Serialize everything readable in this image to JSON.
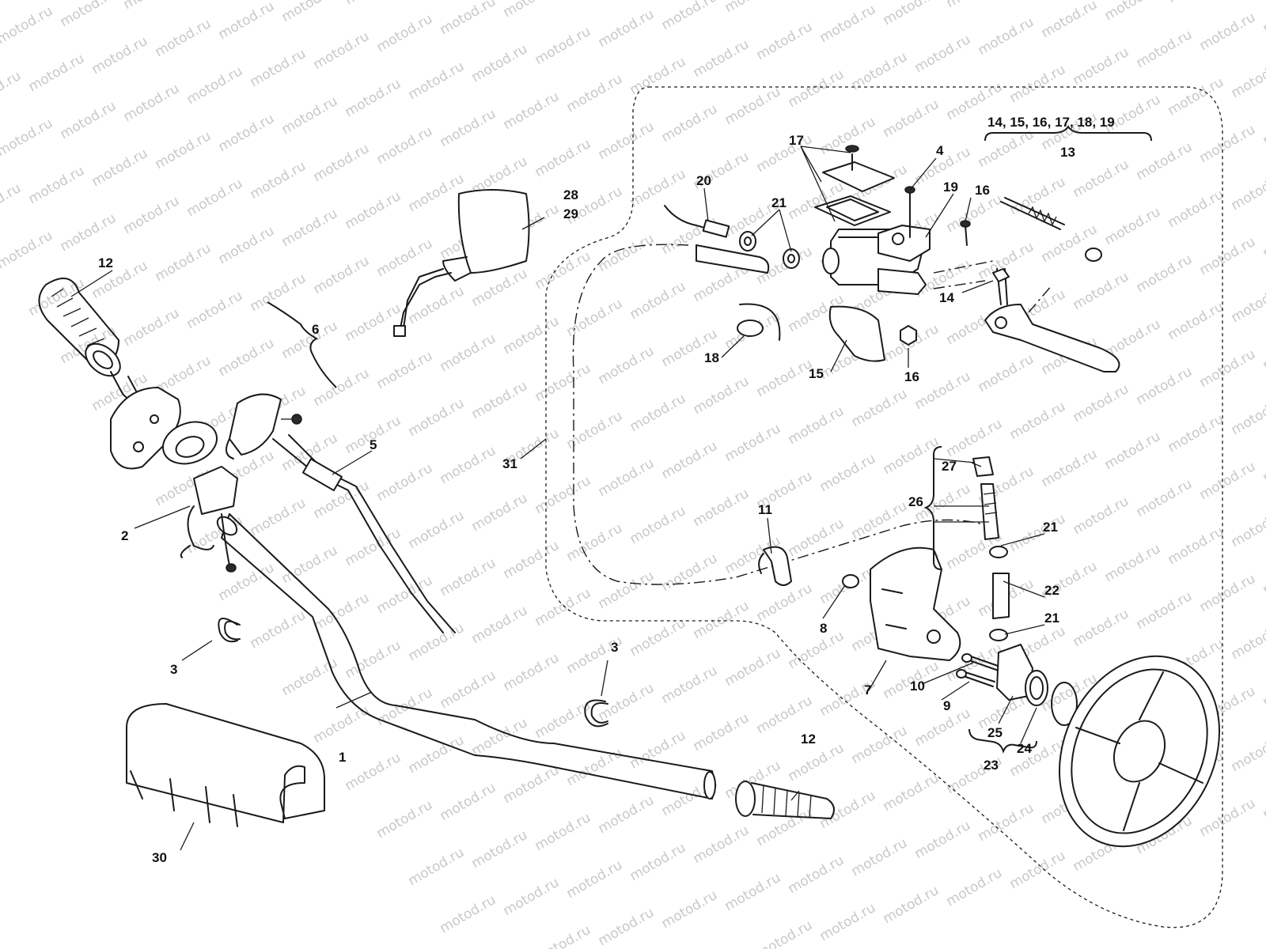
{
  "watermark": "motod.ru",
  "group_headers": {
    "master_cylinder_kit": "14, 15, 16, 17, 18, 19",
    "master_cylinder_kit_ref": "13"
  },
  "callouts": {
    "c1": "1",
    "c2": "2",
    "c3a": "3",
    "c3b": "3",
    "c4": "4",
    "c5": "5",
    "c6": "6",
    "c7": "7",
    "c8": "8",
    "c9": "9",
    "c10": "10",
    "c11": "11",
    "c12a": "12",
    "c12b": "12",
    "c14": "14",
    "c15": "15",
    "c16a": "16",
    "c16b": "16",
    "c17": "17",
    "c18": "18",
    "c19": "19",
    "c20": "20",
    "c21a": "21",
    "c21b": "21",
    "c21c": "21",
    "c22": "22",
    "c23": "23",
    "c24": "24",
    "c25": "25",
    "c26": "26",
    "c27": "27",
    "c28": "28",
    "c29": "29",
    "c30": "30",
    "c31": "31"
  }
}
